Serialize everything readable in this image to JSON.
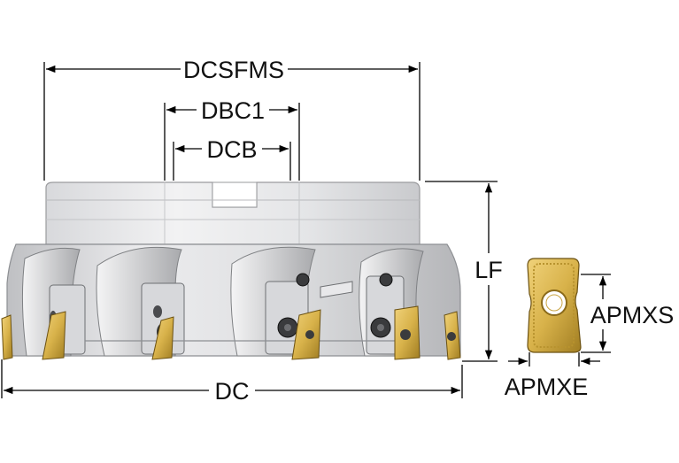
{
  "dimensions": {
    "dcsfms": "DCSFMS",
    "dbc1": "DBC1",
    "dcb": "DCB",
    "lf": "LF",
    "dc": "DC",
    "apmxs": "APMXS",
    "apmxe": "APMXE"
  },
  "colors": {
    "body_light": "#e6e6e8",
    "body_mid": "#c9cacd",
    "body_dark": "#8d8f93",
    "insert_gold": "#d8b24a",
    "insert_gold_dark": "#a07d22",
    "line": "#000000"
  }
}
